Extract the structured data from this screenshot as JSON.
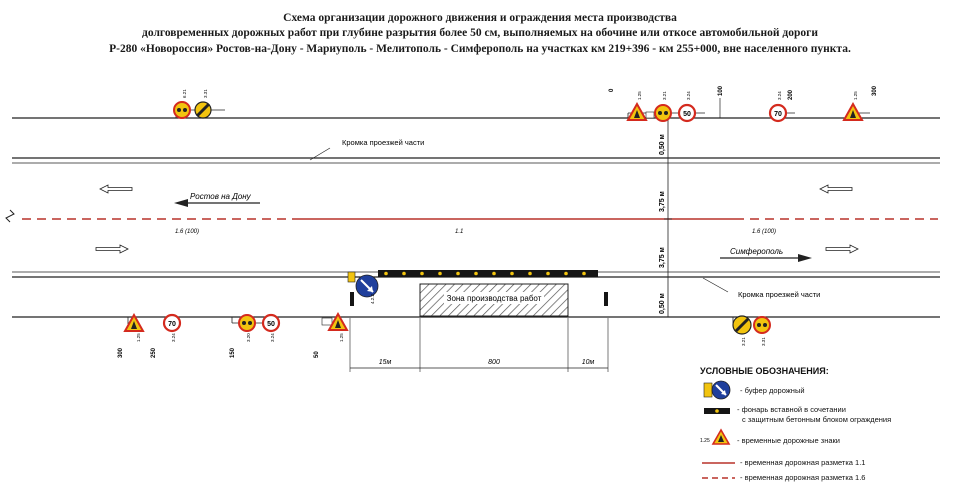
{
  "title": {
    "line1": "Схема организации дорожного движения и ограждения места производства",
    "line2": "долговременных дорожных работ при глубине разрытия более 50 см,  выполняемых на обочине или откосе автомобильной дороги",
    "line3": "Р-280 «Новороссия»  Ростов-на-Дону - Мариуполь - Мелитополь - Симферополь на участках км 219+396 - км 255+000, вне населенного пункта."
  },
  "road": {
    "edge_top_label": "Кромка проезжей части",
    "edge_bottom_label": "Кромка проезжей части",
    "dir_left_label": "Ростов на Дону",
    "dir_right_label": "Симферополь",
    "marking_left": "1.6 (100)",
    "marking_center": "1.1",
    "marking_right": "1.6 (100)",
    "dim_shoulder_top": "0,50 м",
    "dim_lane_top": "3,75 м",
    "dim_lane_bottom": "3,75 м",
    "dim_shoulder_bottom": "0,50 м",
    "zone_label": "Зона производства работ"
  },
  "distances": {
    "d1": "15м",
    "d2": "800",
    "d3": "10м"
  },
  "top_sign_codes": [
    "6.21",
    "3.31",
    "1.25",
    "3.21",
    "3.24",
    "3.24",
    "1.25"
  ],
  "top_sign_dists": [
    "0",
    "100",
    "200",
    "300"
  ],
  "top_sign_values": [
    "50",
    "70"
  ],
  "bottom_sign_codes": [
    "1.25",
    "3.24",
    "3.20",
    "3.24",
    "1.25",
    "4.2.2",
    "3.21",
    "3.31"
  ],
  "bottom_sign_dists": [
    "300",
    "250",
    "150",
    "50"
  ],
  "bottom_sign_values": [
    "70",
    "50"
  ],
  "legend": {
    "title": "УСЛОВНЫЕ ОБОЗНАЧЕНИЯ:",
    "item1": "- буфер дорожный",
    "item2a": "- фонарь вставной  в сочетании",
    "item2b": "с защитным бетонным блоком ограждения",
    "item3_code": "1.25",
    "item3": "- временные дорожные знаки",
    "item4": "- временная дорожная разметка 1.1",
    "item5": "- временная дорожная разметка 1.6"
  },
  "colors": {
    "marking_red": "#b8322a",
    "sign_yellow": "#f2c40f",
    "sign_red": "#d42a1e",
    "buffer_blue": "#1f3f9c",
    "zone_hatch": "#555555"
  }
}
